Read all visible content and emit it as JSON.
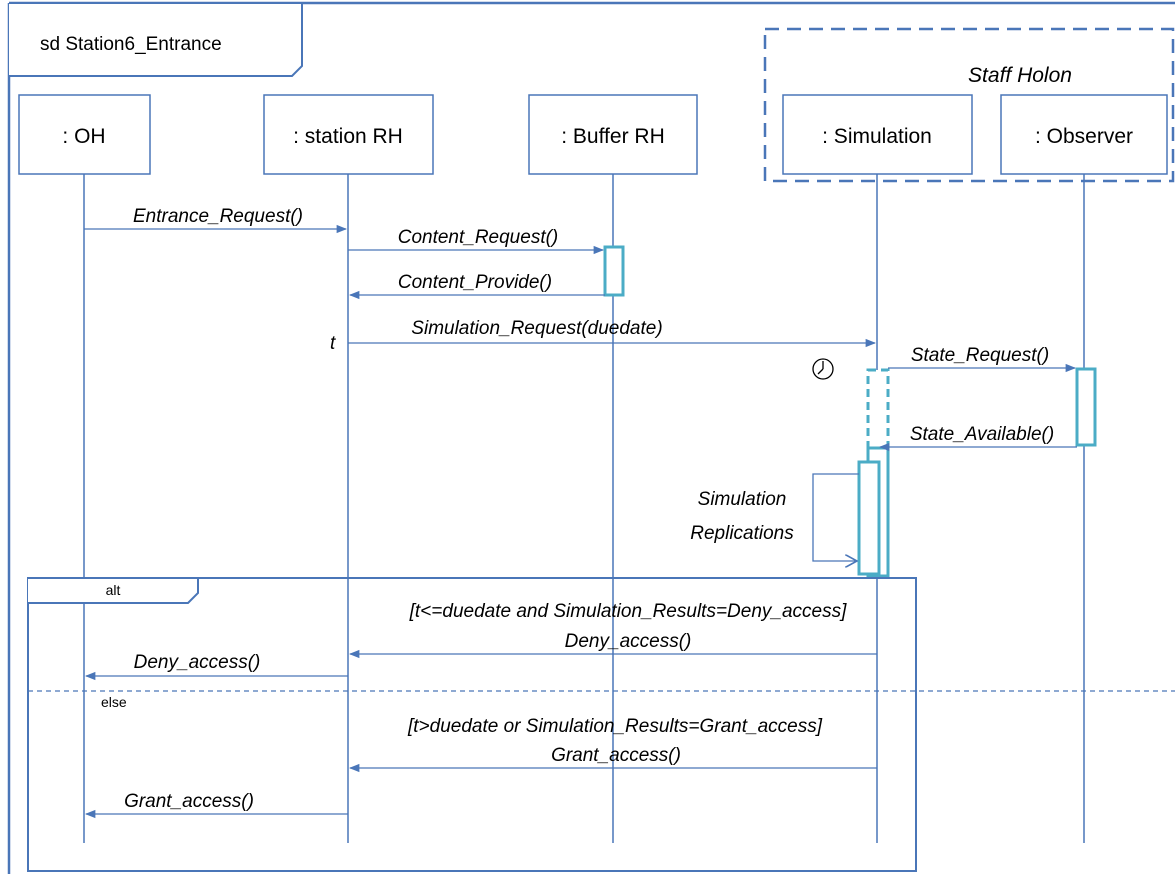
{
  "frame": {
    "title": "sd Station6_Entrance"
  },
  "staff_holon": {
    "label": "Staff Holon"
  },
  "lifelines": [
    {
      "id": "oh",
      "label": ": OH"
    },
    {
      "id": "station",
      "label": ": station RH"
    },
    {
      "id": "buffer",
      "label": ": Buffer RH"
    },
    {
      "id": "simulation",
      "label": ": Simulation"
    },
    {
      "id": "observer",
      "label": ": Observer"
    }
  ],
  "messages": {
    "entrance_request": "Entrance_Request()",
    "content_request": "Content_Request()",
    "content_provide": "Content_Provide()",
    "simulation_request": "Simulation_Request(duedate)",
    "time_marker": "t",
    "state_request": "State_Request()",
    "state_available": "State_Available()",
    "self_call_line1": "Simulation",
    "self_call_line2": "Replications"
  },
  "alt_fragment": {
    "operator": "alt",
    "guard1": "[t<=duedate and Simulation_Results=Deny_access]",
    "msg_deny_sim": "Deny_access()",
    "msg_deny_oh": "Deny_access()",
    "else_label": "else",
    "guard2": "[t>duedate or Simulation_Results=Grant_access]",
    "msg_grant_sim": "Grant_access()",
    "msg_grant_oh": "Grant_access()"
  },
  "colors": {
    "line": "#4a76b8",
    "activation": "#4bacc6",
    "text": "#000000"
  },
  "icons": {
    "timer": "clock-icon"
  }
}
